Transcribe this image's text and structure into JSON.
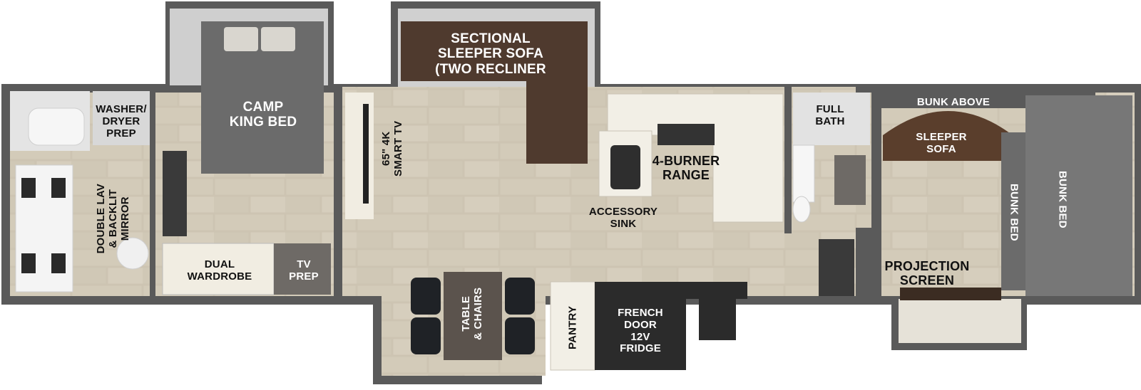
{
  "floorplan": {
    "colors": {
      "wall": "#555555",
      "floor_tile": "#cfc6b4",
      "grout": "#b3aa98",
      "sofa": "#4f3a2e",
      "bed": "#6b6b6b",
      "cabinet": "#f1ede2",
      "fridge": "#2b2b2b",
      "chair": "#1f2226"
    },
    "labels": {
      "washer": "WASHER/\nDRYER\nPREP",
      "double_lav": "DOUBLE LAV\n& BACKLIT\nMIRROR",
      "camp_king_bed": "CAMP\nKING BED",
      "dual_wardrobe": "DUAL\nWARDROBE",
      "tv_prep": "TV\nPREP",
      "smart_tv": "65\" 4K\nSMART TV",
      "sectional": "SECTIONAL\nSLEEPER SOFA\n(TWO RECLINER",
      "table_chairs": "TABLE\n& CHAIRS",
      "pantry": "PANTRY",
      "fridge": "FRENCH\nDOOR\n12V\nFRIDGE",
      "accessory_sink": "ACCESSORY\nSINK",
      "range": "4-BURNER\nRANGE",
      "full_bath": "FULL\nBATH",
      "bunk_above": "BUNK ABOVE",
      "sleeper_sofa": "SLEEPER\nSOFA",
      "bunk_bed_inner": "BUNK BED",
      "bunk_bed_outer": "BUNK BED",
      "projection_screen": "PROJECTION\nSCREEN"
    }
  }
}
